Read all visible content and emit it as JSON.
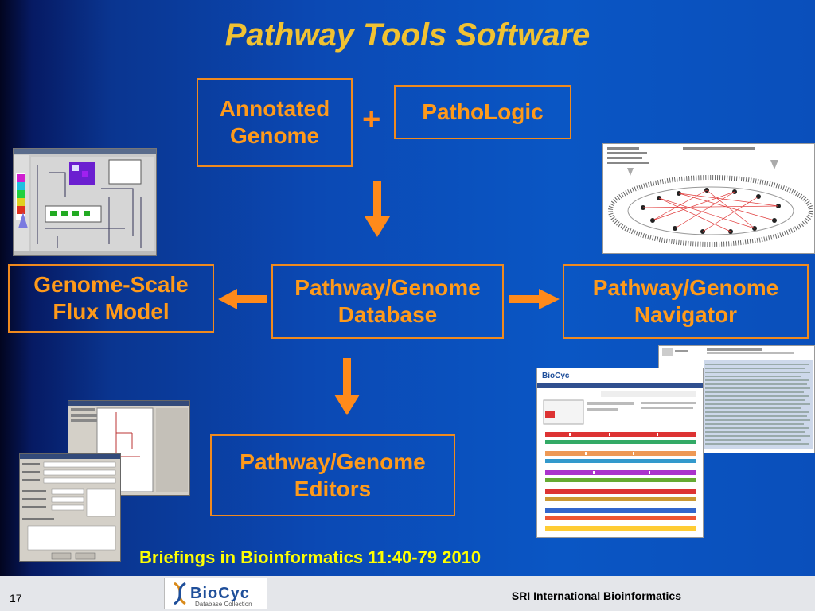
{
  "title": "Pathway Tools Software",
  "boxes": {
    "annotated_genome": "Annotated\nGenome",
    "pathologic": "PathoLogic",
    "pgdb": "Pathway/Genome\nDatabase",
    "flux_model": "Genome-Scale\nFlux Model",
    "navigator": "Pathway/Genome\nNavigator",
    "editors": "Pathway/Genome\nEditors"
  },
  "plus_sign": "+",
  "citation": "Briefings in Bioinformatics 11:40-79 2010",
  "footer": {
    "page_number": "17",
    "logo_text": "BioCyc",
    "logo_subtitle": "Database Collection",
    "organization": "SRI International Bioinformatics"
  },
  "colors": {
    "title": "#f1c232",
    "box_border": "#f08a1e",
    "box_text": "#ff9a1a",
    "arrow": "#ff8a1a",
    "citation": "#ffff00"
  }
}
